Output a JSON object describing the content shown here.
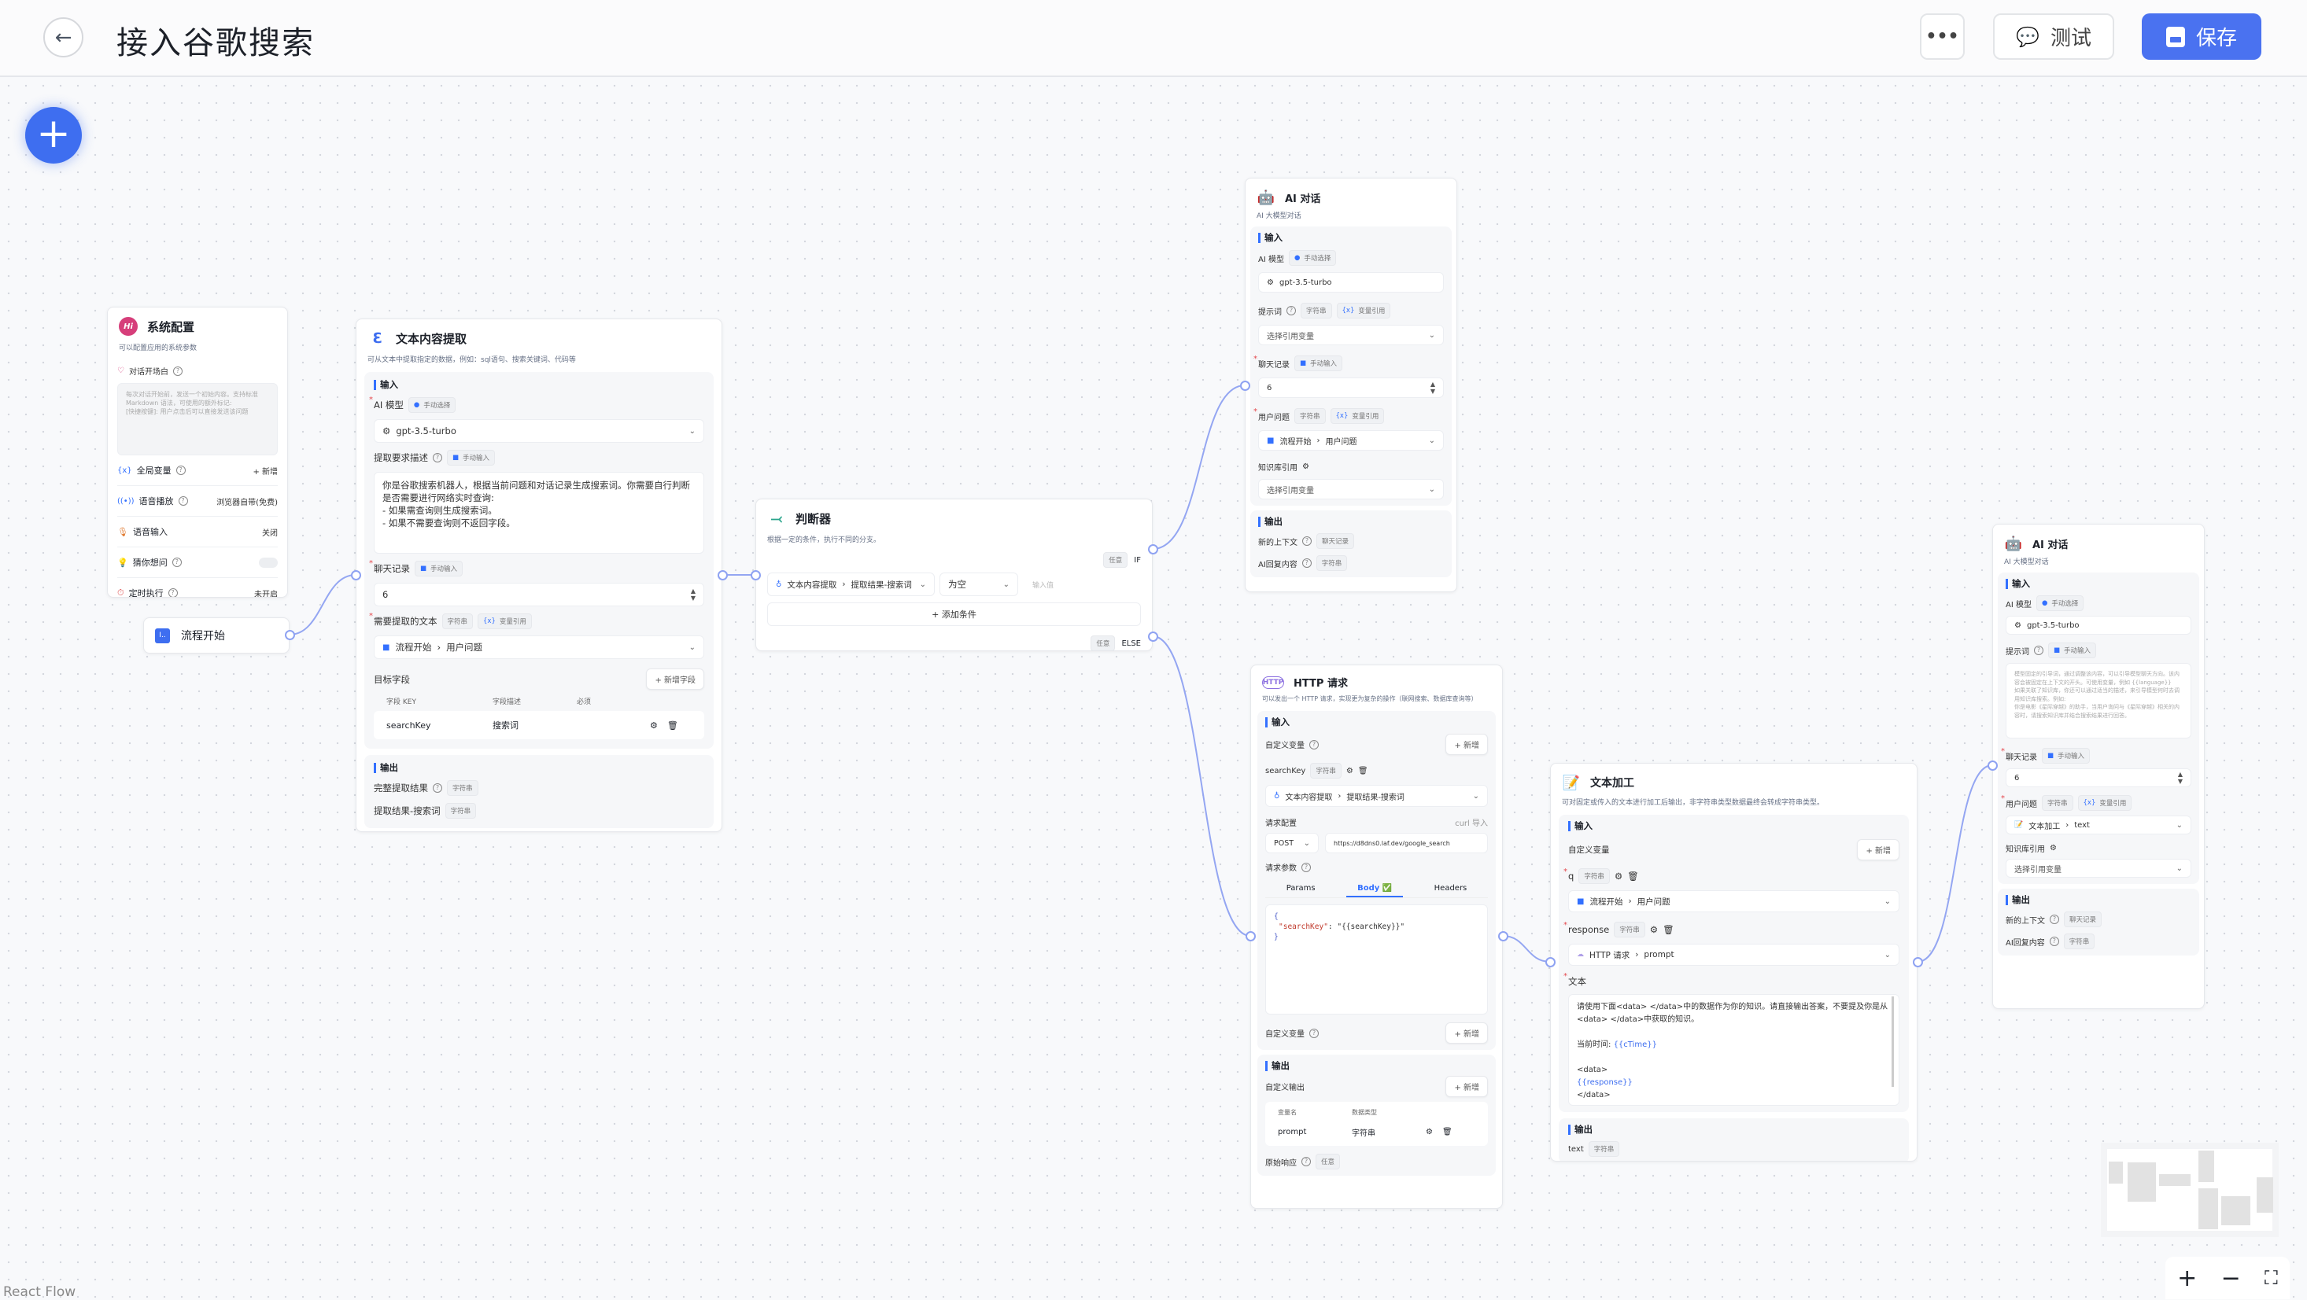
{
  "header": {
    "title": "接入谷歌搜索",
    "more_label": "•••",
    "test_label": "测试",
    "save_label": "保存",
    "accent": "#4a72f0"
  },
  "common": {
    "string": "字符串",
    "manual_select": "手动选择",
    "manual_input": "手动输入",
    "var_ref": "变量引用",
    "any": "任意",
    "input": "输入",
    "output": "输出",
    "add": "+ 新增",
    "model": "gpt-3.5-turbo",
    "start_user_q": [
      "流程开始",
      "用户问题"
    ],
    "select_ref": "选择引用变量",
    "chat_history": "聊天记录"
  },
  "system_config": {
    "title": "系统配置",
    "desc": "可以配置应用的系统参数",
    "opening": "对话开场白",
    "opening_placeholder": "每次对话开始前，发送一个初始内容。支持标准 Markdown 语法，可使用的额外标记:\n[快捷按键]: 用户点击后可以直接发送该问题",
    "global_vars": "全局变量",
    "global_vars_action": "+ 新增",
    "tts": "语音播放",
    "tts_value": "浏览器自带(免费)",
    "voice_input": "语音输入",
    "voice_value": "关闭",
    "guess": "猜你想问",
    "guess_enabled": false,
    "timer": "定时执行",
    "timer_value": "未开启"
  },
  "start_node": {
    "title": "流程开始"
  },
  "extract": {
    "title": "文本内容提取",
    "desc": "可从文本中提取指定的数据，例如：sql语句、搜索关键词、代码等",
    "ai_model": "AI 模型",
    "req_desc": "提取要求描述",
    "req_text": "你是谷歌搜索机器人，根据当前问题和对话记录生成搜索词。你需要自行判断是否需要进行网络实时查询:\n- 如果需查询则生成搜索词。\n- 如果不需要查询则不返回字段。",
    "history": "聊天记录",
    "history_value": "6",
    "text_to_extract": "需要提取的文本",
    "target_fields": "目标字段",
    "add_field": "+ 新增字段",
    "col_key": "字段 KEY",
    "col_desc": "字段描述",
    "col_required": "必须",
    "field_key": "searchKey",
    "field_desc": "搜索词",
    "out_full": "完整提取结果",
    "out_key": "提取结果-搜索词"
  },
  "ifelse": {
    "title": "判断器",
    "desc": "根据一定的条件，执行不同的分支。",
    "if": "IF",
    "else": "ELSE",
    "cond_var": [
      "文本内容提取",
      "提取结果-搜索词"
    ],
    "cond_op": "为空",
    "cond_value_placeholder": "输入值",
    "add_cond": "+  添加条件"
  },
  "ai1": {
    "title": "AI 对话",
    "desc": "AI 大模型对话",
    "ai_model": "AI 模型",
    "prompt": "提示词",
    "history": "聊天记录",
    "history_value": "6",
    "user_q": "用户问题",
    "kb": "知识库引用",
    "out_ctx": "新的上下文",
    "out_reply": "AI回复内容"
  },
  "http": {
    "title": "HTTP 请求",
    "desc": "可以发出一个 HTTP 请求，实现更为复杂的操作（联网搜索、数据库查询等）",
    "custom_vars": "自定义变量",
    "var_name": "searchKey",
    "var_ref": [
      "文本内容提取",
      "提取结果-搜索词"
    ],
    "req_config": "请求配置",
    "curl_import": "curl 导入",
    "method": "POST",
    "url": "https://d8dns0.laf.dev/google_search",
    "req_params": "请求参数",
    "tabs": [
      "Params",
      "Body ✅",
      "Headers"
    ],
    "body": [
      "{",
      "\"searchKey\"",
      ": \"{{searchKey}}\"",
      "}"
    ],
    "custom_output": "自定义输出",
    "col_name": "变量名",
    "col_type": "数据类型",
    "out_name": "prompt",
    "out_type": "字符串",
    "raw_resp": "原始响应"
  },
  "textproc": {
    "title": "文本加工",
    "desc": "可对固定或传入的文本进行加工后输出，非字符串类型数据最终会转成字符串类型。",
    "custom_vars": "自定义变量",
    "var_q": "q",
    "var_resp": "response",
    "resp_ref": [
      "HTTP 请求",
      "prompt"
    ],
    "text_label": "文本",
    "text_line1": "请使用下面<data> </data>中的数据作为你的知识。请直接输出答案，不要提及你是从<data> </data>中获取的知识。",
    "time_label": "当前时间: ",
    "time_var": "{{cTime}}",
    "data_open": "<data>",
    "resp_var": "{{response}}",
    "data_close": "</data>",
    "out_text": "text"
  },
  "ai2": {
    "title": "AI 对话",
    "desc": "AI 大模型对话",
    "ai_model": "AI 模型",
    "prompt": "提示词",
    "prompt_placeholder": "模型固定的引导词，通过调整该内容，可以引导模型聊天方向。该内容会被固定在上下文的开头。可使用变量，例如 {{language}}\n如果关联了知识库，你还可以通过适当的描述，来引导模型何时去调用知识库搜索。例如:\n你是电影《星际穿越》的助手，当用户询问与《星际穿越》相关的内容时，请搜索知识库并结合搜索结果进行回答。",
    "history": "聊天记录",
    "history_value": "6",
    "user_q": "用户问题",
    "user_q_ref": [
      "文本加工",
      "text"
    ],
    "kb": "知识库引用",
    "out_ctx": "新的上下文",
    "out_reply": "AI回复内容"
  },
  "footer": {
    "react_flow": "React Flow"
  }
}
